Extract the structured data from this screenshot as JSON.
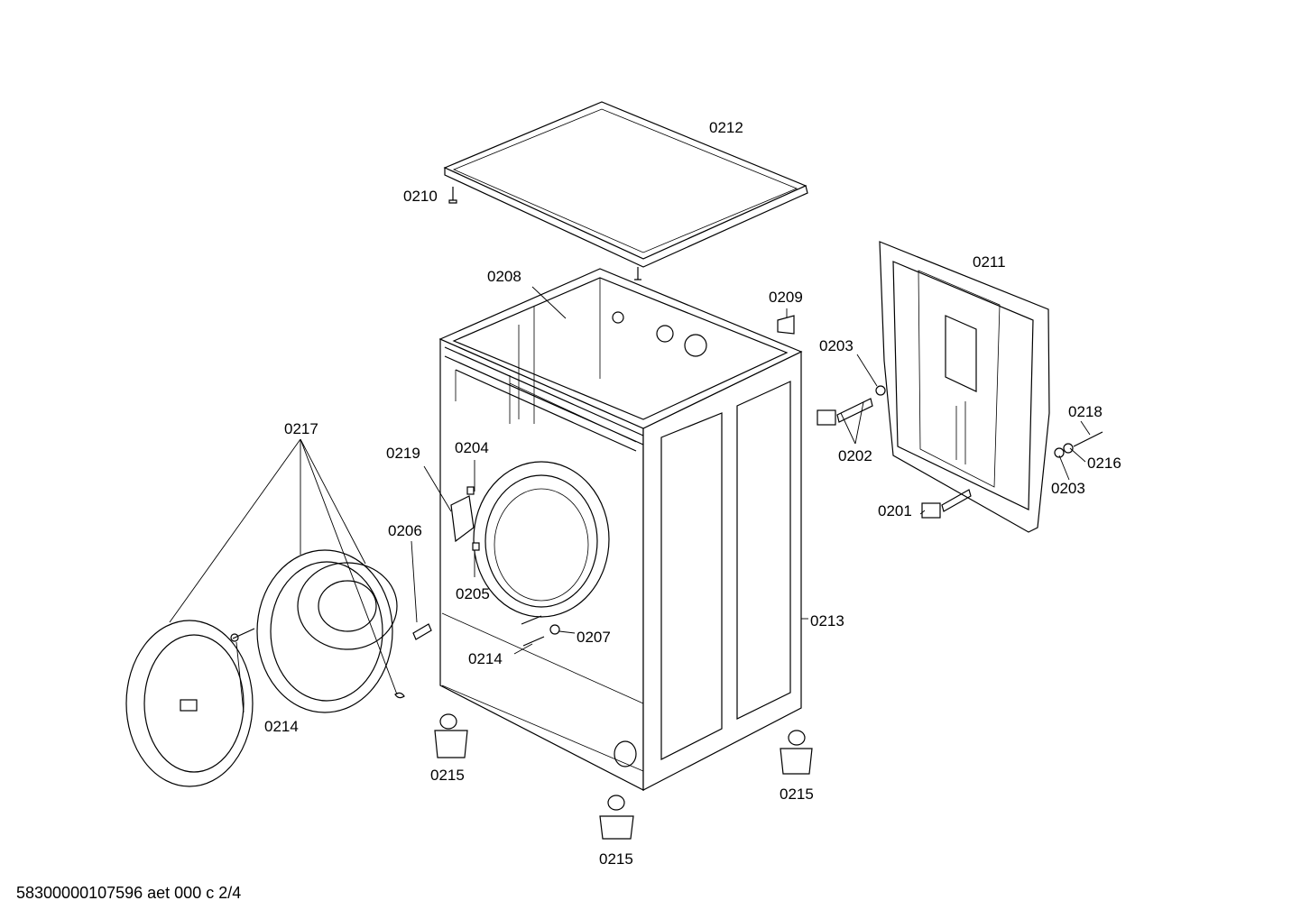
{
  "callouts": {
    "c0212": "0212",
    "c0210": "0210",
    "c0208": "0208",
    "c0209": "0209",
    "c0211": "0211",
    "c0203a": "0203",
    "c0202": "0202",
    "c0218": "0218",
    "c0216": "0216",
    "c0203b": "0203",
    "c0201": "0201",
    "c0217": "0217",
    "c0219": "0219",
    "c0204": "0204",
    "c0206": "0206",
    "c0205": "0205",
    "c0207": "0207",
    "c0214a": "0214",
    "c0214b": "0214",
    "c0213": "0213",
    "c0215a": "0215",
    "c0215b": "0215",
    "c0215c": "0215"
  },
  "footer": "58300000107596 aet 000 c 2/4"
}
